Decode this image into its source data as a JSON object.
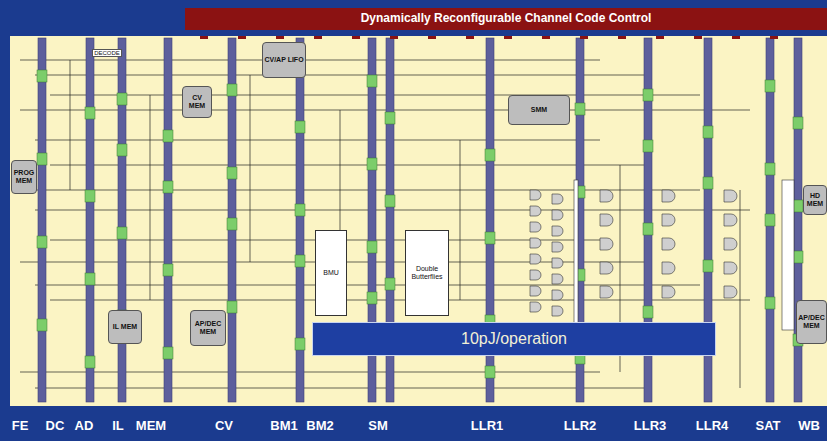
{
  "diagram": {
    "nodes": [
      {
        "text": [
          "Dynamically Reconfigurable Channel Code Control"
        ]
      },
      {
        "text": [
          "PROG MEM"
        ]
      },
      {
        "text": [
          "CV/AP LIFO"
        ]
      },
      {
        "text": [
          "CV MEM"
        ]
      },
      {
        "text": [
          "SMM"
        ]
      },
      {
        "text": [
          "HD MEM"
        ]
      },
      {
        "text": [
          "BMU"
        ]
      },
      {
        "text": [
          "Double Butterflies"
        ]
      },
      {
        "text": [
          "IL MEM"
        ]
      },
      {
        "text": [
          "AP/DEC MEM"
        ]
      },
      {
        "text": [
          "AP/DEC MEM"
        ]
      },
      {
        "text": [
          "10pJ/operation"
        ]
      }
    ],
    "labels": [
      "DECODE",
      "FE",
      "DC",
      "AD",
      "IL",
      "MEM",
      "CV",
      "BM1",
      "BM2",
      "SM",
      "LLR1",
      "LLR2",
      "LLR3",
      "LLR4",
      "SAT",
      "WB"
    ]
  }
}
